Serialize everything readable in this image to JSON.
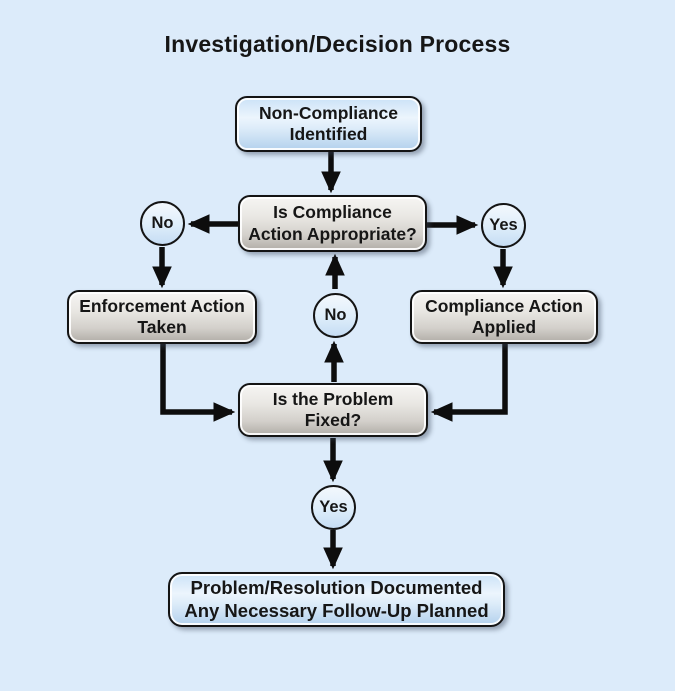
{
  "title": "Investigation/Decision Process",
  "colors": {
    "background": "#dcebfa",
    "outline": "#141414",
    "arrow": "#0d0d0d",
    "text": "#161616",
    "box_blue_top": "#cbe2f7",
    "box_blue_bottom": "#b3d1ed",
    "box_gray_top": "#f6f5f3",
    "box_gray_bottom": "#b1ada7",
    "circle_fill": "#ddedfa"
  },
  "nodes": {
    "start": {
      "label": "Non-Compliance\nIdentified",
      "type": "start"
    },
    "decision_compliance": {
      "label": "Is Compliance\nAction Appropriate?",
      "type": "decision"
    },
    "no_left": {
      "label": "No",
      "type": "branch"
    },
    "yes_right": {
      "label": "Yes",
      "type": "branch"
    },
    "enforcement_action": {
      "label": "Enforcement Action\nTaken",
      "type": "process"
    },
    "compliance_action": {
      "label": "Compliance Action\nApplied",
      "type": "process"
    },
    "no_middle": {
      "label": "No",
      "type": "branch"
    },
    "decision_fixed": {
      "label": "Is the Problem\nFixed?",
      "type": "decision"
    },
    "yes_bottom": {
      "label": "Yes",
      "type": "branch"
    },
    "end": {
      "label": "Problem/Resolution Documented\nAny Necessary Follow-Up Planned",
      "type": "end"
    }
  }
}
